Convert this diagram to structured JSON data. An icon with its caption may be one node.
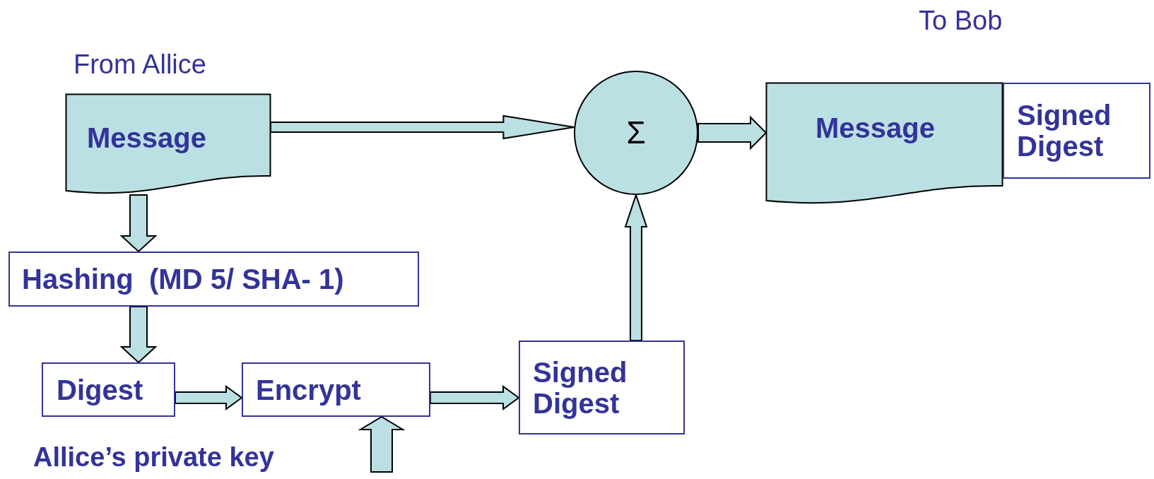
{
  "diagram": {
    "nodes": [
      {
        "text": [
          "Message"
        ],
        "beside": [
          "From Allice"
        ]
      },
      {
        "text": [
          "Σ"
        ]
      },
      {
        "text": [
          "Message"
        ],
        "beside": [
          "To Bob"
        ]
      },
      {
        "text": [
          "Signed Digest"
        ]
      },
      {
        "text": [
          "Hashing  (MD 5/ SHA- 1)"
        ]
      },
      {
        "text": [
          "Digest"
        ]
      },
      {
        "text": [
          "Encrypt"
        ]
      },
      {
        "text": [
          "Signed Digest"
        ]
      }
    ],
    "edges": [
      {
        "from": 0,
        "to": 1,
        "arrow": "to"
      },
      {
        "from": 1,
        "to": 2,
        "arrow": "to"
      },
      {
        "from": 0,
        "to": 4,
        "arrow": "to"
      },
      {
        "from": 4,
        "to": 5,
        "arrow": "to"
      },
      {
        "from": 5,
        "to": 6,
        "arrow": "to"
      },
      {
        "from": 6,
        "to": 7,
        "arrow": "to"
      },
      {
        "from": 7,
        "to": 1,
        "arrow": "to"
      },
      {
        "from": null,
        "to": 6,
        "arrow": "to"
      }
    ],
    "labels": [
      "Allice’s private key"
    ]
  }
}
